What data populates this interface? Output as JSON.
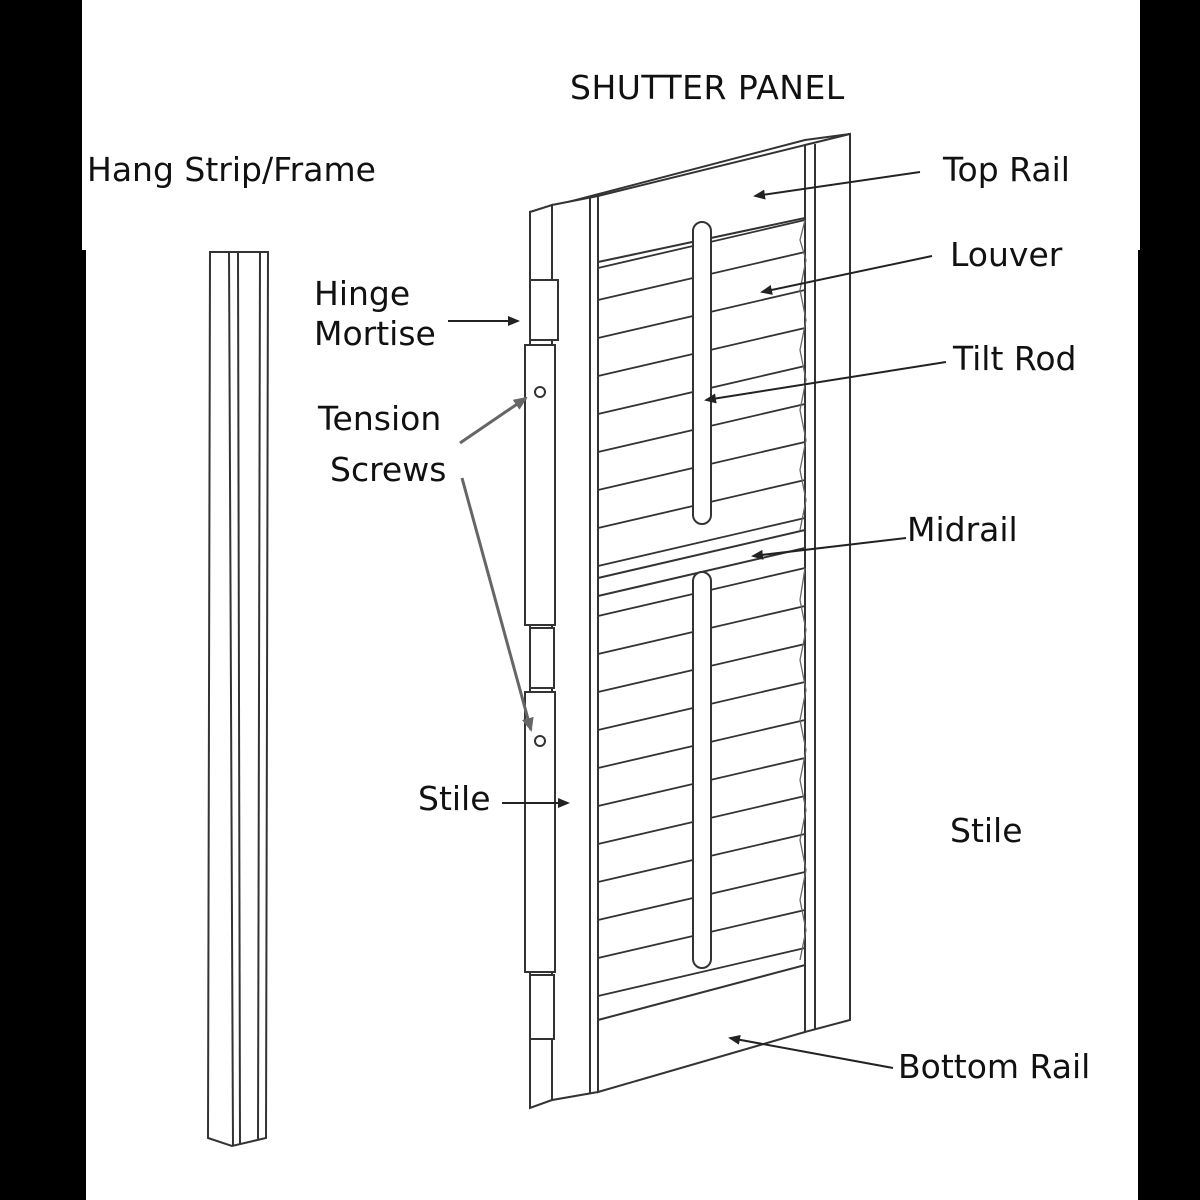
{
  "diagram": {
    "title": "SHUTTER PANEL",
    "labels": {
      "hang_strip": "Hang Strip/Frame",
      "hinge_mortise_line1": "Hinge",
      "hinge_mortise_line2": "Mortise",
      "tension_screws_line1": "Tension",
      "tension_screws_line2": "Screws",
      "stile_left": "Stile",
      "stile_right": "Stile",
      "top_rail": "Top Rail",
      "louver": "Louver",
      "tilt_rod": "Tilt Rod",
      "midrail": "Midrail",
      "bottom_rail": "Bottom Rail"
    },
    "colors": {
      "background": "#000000",
      "panel": "#ffffff",
      "line": "#222222",
      "leader_gray": "#777777"
    }
  }
}
